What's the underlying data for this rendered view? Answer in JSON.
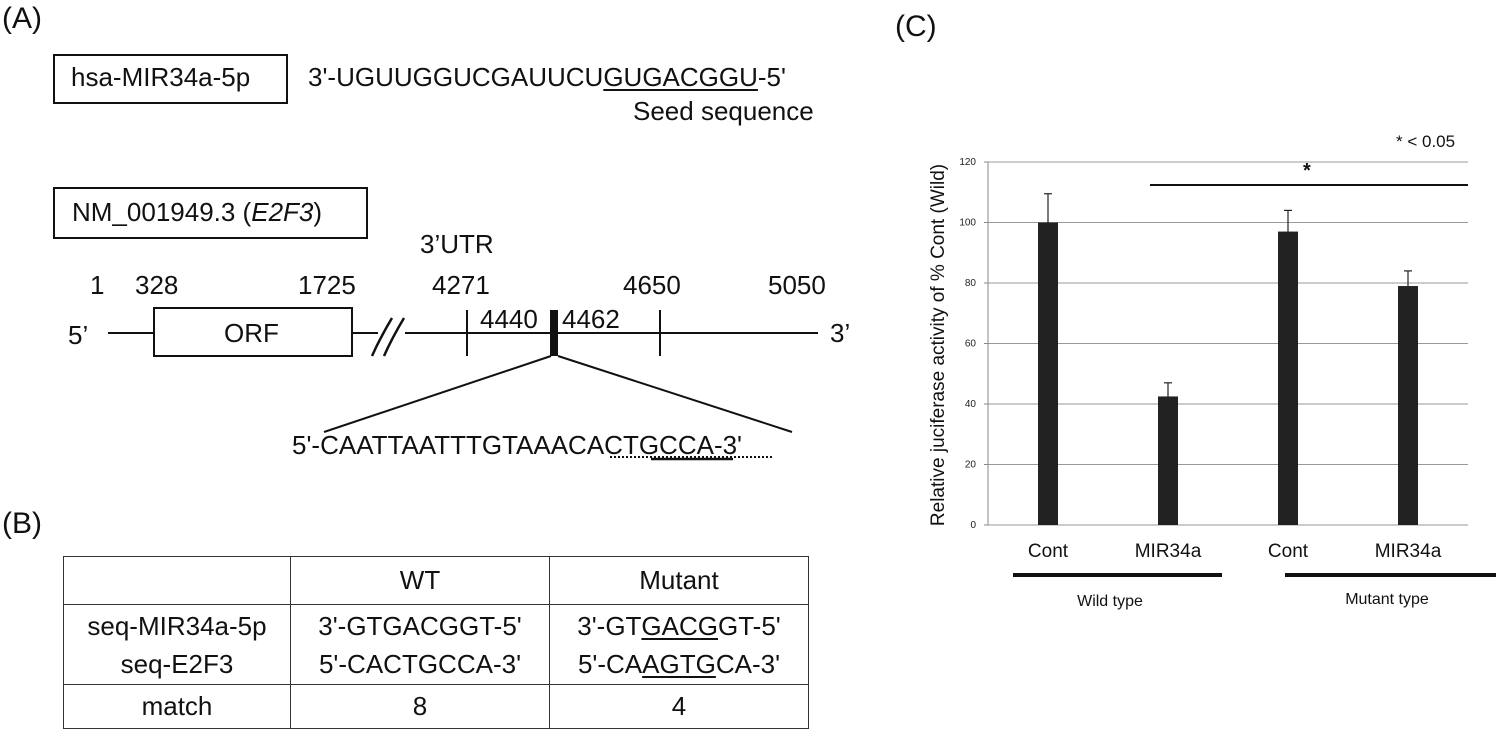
{
  "panelA": {
    "label": "(A)",
    "mirna_name": "hsa-MIR34a-5p",
    "mirna_seq_prefix": "3'-UGUUGGUCGAUUCU",
    "mirna_seq_seed": "GUGACGGU",
    "mirna_seq_suffix": "-5'",
    "seed_label": "Seed sequence",
    "gene_prefix": "NM_001949.3 (",
    "gene_italic": "E2F3",
    "gene_suffix": ")",
    "utr_label": "3’UTR",
    "positions": [
      "1",
      "328",
      "1725",
      "4271",
      "4650",
      "5050"
    ],
    "site_start": "4440",
    "site_end": "4462",
    "five_prime": "5’",
    "three_prime": "3’",
    "orf_label": "ORF",
    "target_seq": "5'-CAATTAATTTGTAAACACTGCCA-3'"
  },
  "panelB": {
    "label": "(B)",
    "headers": [
      "",
      "WT",
      "Mutant"
    ],
    "rows": [
      {
        "name": "seq-MIR34a-5p",
        "wt": "3'-GTGACGGT-5'",
        "mut_pre": "3'-GT",
        "mut_u": "GACG",
        "mut_post": "GT-5'"
      },
      {
        "name": "seq-E2F3",
        "wt": "5'-CACTGCCA-3'",
        "mut_pre": "5'-CA",
        "mut_u": "AGTG",
        "mut_post": "CA-3'"
      }
    ],
    "match_label": "match",
    "match_wt": "8",
    "match_mut": "4"
  },
  "panelC": {
    "label": "(C)",
    "significance_note": "* < 0.05",
    "star": "*",
    "group_wild": "Wild type",
    "group_mutant": "Mutant type"
  },
  "chart_data": {
    "type": "bar",
    "categories": [
      "Cont",
      "MIR34a",
      "Cont",
      "MIR34a"
    ],
    "values": [
      100,
      42.5,
      97,
      79
    ],
    "errors": [
      9.5,
      4.5,
      7,
      5
    ],
    "ylabel": "Relative juciferase activity of % Cont (Wild)",
    "xlabel": "",
    "ylim": [
      0,
      120
    ],
    "yticks": [
      0,
      20,
      40,
      60,
      80,
      100,
      120
    ],
    "grid": true,
    "bar_color": "#222222"
  }
}
